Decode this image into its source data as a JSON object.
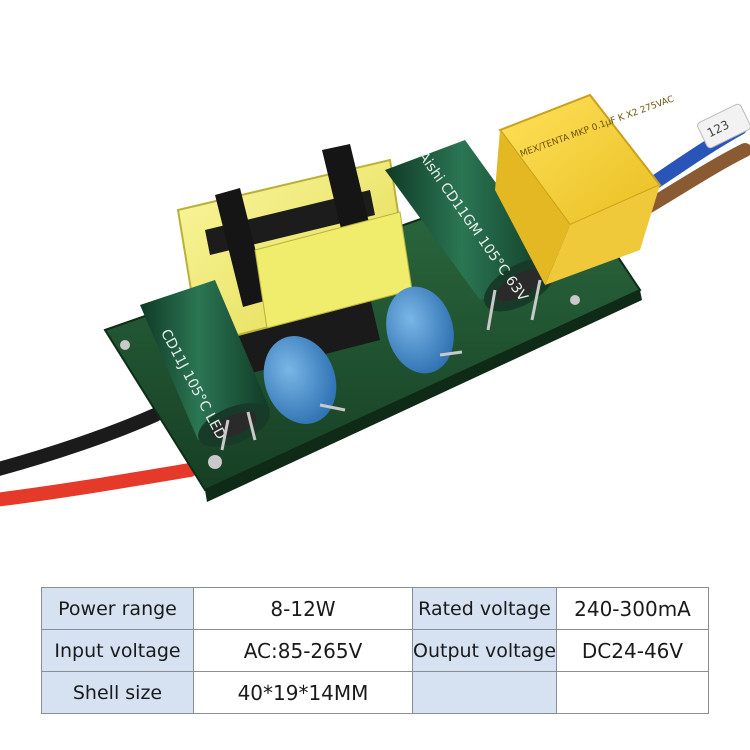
{
  "photo": {
    "capacitor_left_text": "CD11J 105°C LED",
    "capacitor_right_text": "Aishi CD11GM 105°C 63V",
    "x_capacitor_text": "MEX/TENTA MKP 0.1µF K X2 275VAC",
    "wire_tag_text": "123"
  },
  "specs": {
    "rows": [
      [
        "Power range",
        "8-12W",
        "Rated voltage",
        "240-300mA"
      ],
      [
        "Input voltage",
        "AC:85-265V",
        "Output voltage",
        "DC24-46V"
      ],
      [
        "Shell size",
        "40*19*14MM",
        "",
        ""
      ]
    ]
  },
  "colors": {
    "label_cell_bg": "#d6e2f2",
    "pcb_green": "#1f5a33",
    "capacitor_green": "#1e5b3f",
    "transformer_yellow": "#f3ee6a",
    "ceramic_blue": "#3a86c8",
    "x_cap_yellow": "#f6d23a",
    "wire_red": "#e53a2a",
    "wire_black": "#1b1b1b"
  }
}
